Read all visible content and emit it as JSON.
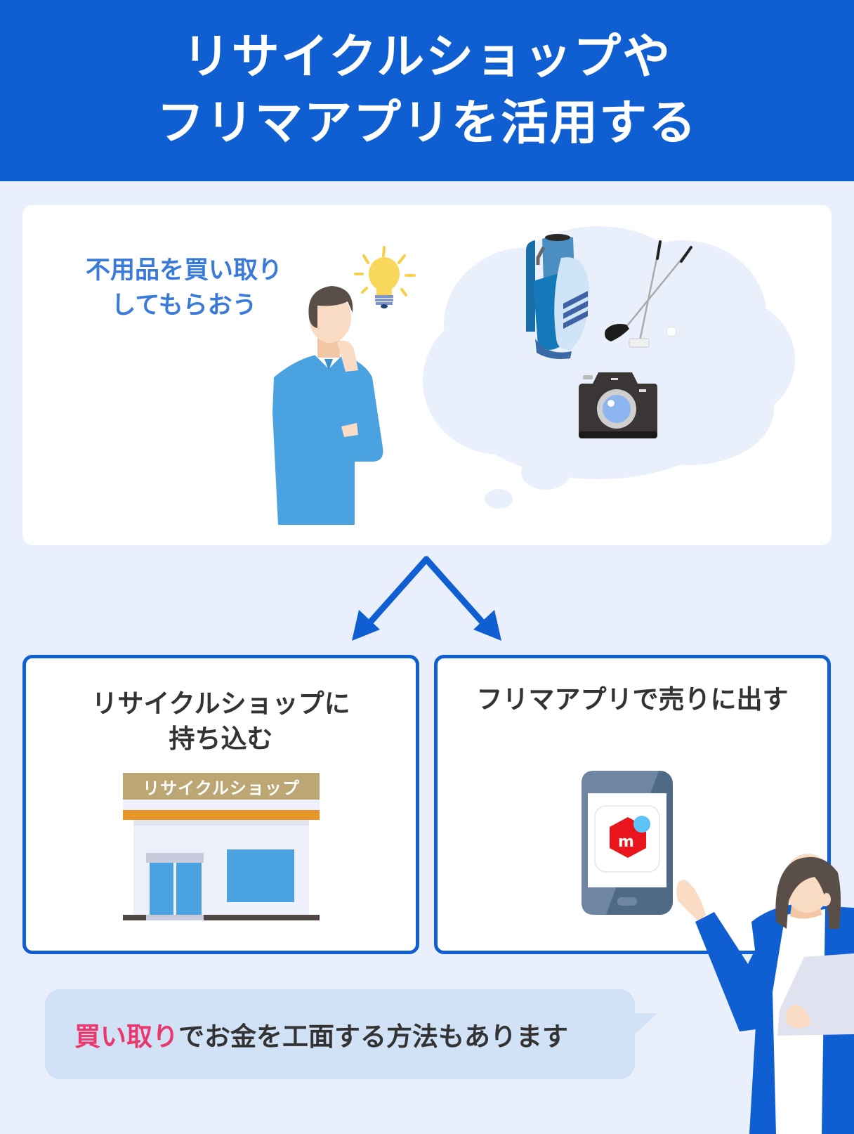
{
  "header": {
    "title_line1": "リサイクルショップや",
    "title_line2": "フリマアプリを活用する",
    "background_color": "#0f5fd3"
  },
  "top_panel": {
    "thought_line1": "不用品を買い取り",
    "thought_line2": "してもらおう",
    "thought_items": [
      "golf-bag-icon",
      "golf-clubs-icon",
      "camera-icon"
    ],
    "character": "thinking-man-illustration",
    "idea": "lightbulb-icon"
  },
  "options": [
    {
      "title_line1": "リサイクルショップに",
      "title_line2": "持ち込む",
      "illustration": "store-icon",
      "store_sign": "リサイクルショップ"
    },
    {
      "title_line1": "フリマアプリで売りに出す",
      "illustration": "smartphone-app-icon",
      "app_letter": "m"
    }
  ],
  "footer_note": {
    "highlight": "買い取り",
    "rest": "でお金を工面する方法もあります",
    "highlight_color": "#e8386d"
  }
}
